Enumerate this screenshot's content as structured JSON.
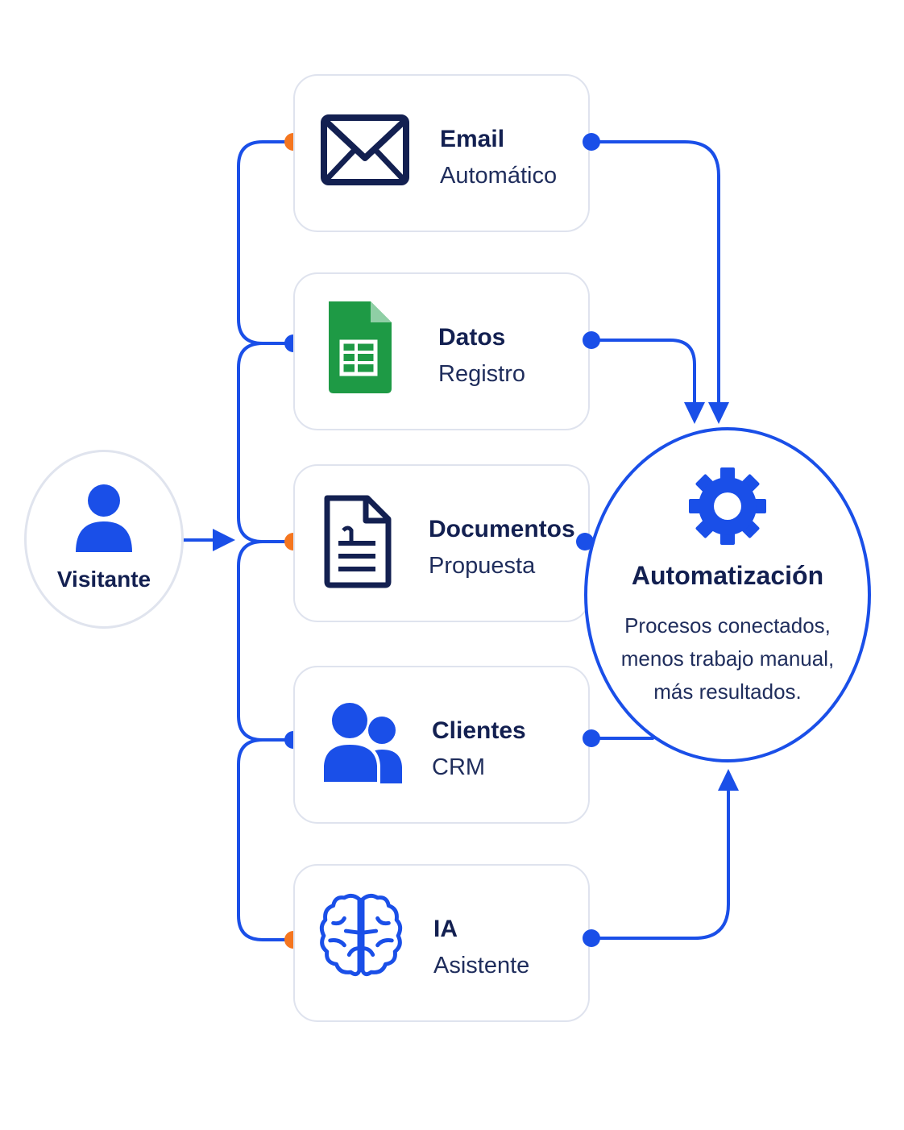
{
  "visitor": {
    "label": "Visitante",
    "icon": "user-icon"
  },
  "services": [
    {
      "title": "Email",
      "subtitle": "Automático",
      "icon": "envelope-icon"
    },
    {
      "title": "Datos",
      "subtitle": "Registro",
      "icon": "spreadsheet-icon"
    },
    {
      "title": "Documentos",
      "subtitle": "Propuesta",
      "icon": "document-icon"
    },
    {
      "title": "Clientes",
      "subtitle": "CRM",
      "icon": "users-icon"
    },
    {
      "title": "IA",
      "subtitle": "Asistente",
      "icon": "brain-icon"
    }
  ],
  "hub": {
    "title": "Automatización",
    "lines": [
      "Procesos conectados,",
      "menos trabajo manual,",
      "más resultados."
    ],
    "icon": "gear-icon"
  },
  "colors": {
    "connector": "#1a4fe8",
    "accent_dot": "#f5761f",
    "card_border": "#dfe3ee",
    "text_dark": "#132051",
    "sheet_green": "#1e9a45"
  }
}
